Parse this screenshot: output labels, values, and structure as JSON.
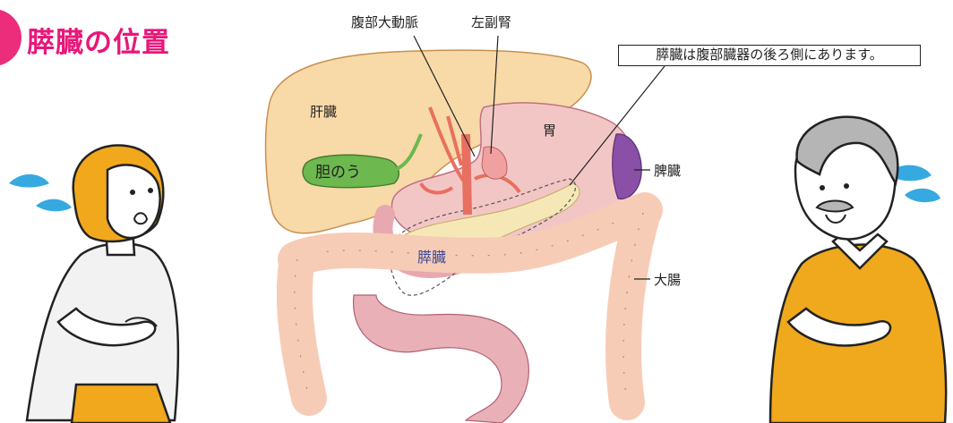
{
  "title": "膵臓の位置",
  "callout": "膵臓は腹部臓器の後ろ側にあります。",
  "labels": {
    "aorta": "腹部大動脈",
    "adrenal": "左副腎",
    "liver": "肝臓",
    "stomach": "胃",
    "gallbladder": "胆のう",
    "spleen": "脾臓",
    "pancreas": "膵臓",
    "large_intestine": "大腸"
  },
  "colors": {
    "title": "#e8177a",
    "liver": "#f8d9a8",
    "stomach": "#f3c6c6",
    "colon": "#f7ccb6",
    "gallbladder": "#6db84f",
    "spleen": "#8a4fa6",
    "pancreas": "#f6e8b6",
    "shirt_woman": "#f2f2f2",
    "hair_woman": "#f2a81d",
    "jacket_man": "#f0a91c",
    "sweat_drops": "#36a9e1"
  }
}
